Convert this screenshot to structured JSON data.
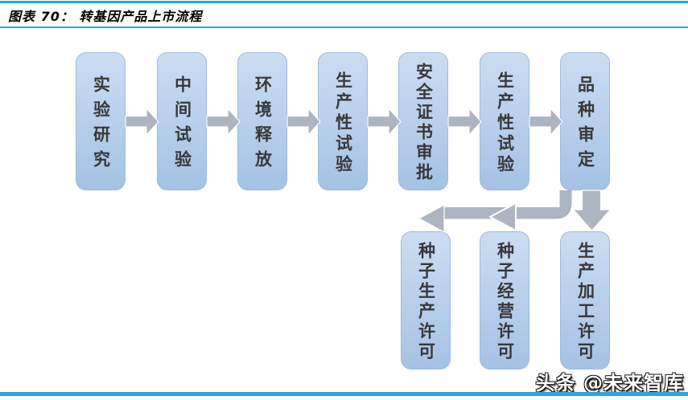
{
  "header": {
    "title": "图表 70： 转基因产品上市流程"
  },
  "flowchart": {
    "top_row": [
      "实验研究",
      "中间试验",
      "环境释放",
      "生产性试验",
      "安全证书审批",
      "生产性试验",
      "品种审定"
    ],
    "bottom_row": [
      "种子生产许可",
      "种子经营许可",
      "生产加工许可"
    ]
  },
  "watermark": "头条 @未来智库",
  "colors": {
    "accent": "#29a7df",
    "boxTop": "#cbddf2",
    "boxBottom": "#a5c2e4",
    "boxBorder": "#9dbbdd",
    "boxText": "#383838",
    "arrow": "#adb4c2",
    "titleText": "#000000"
  }
}
